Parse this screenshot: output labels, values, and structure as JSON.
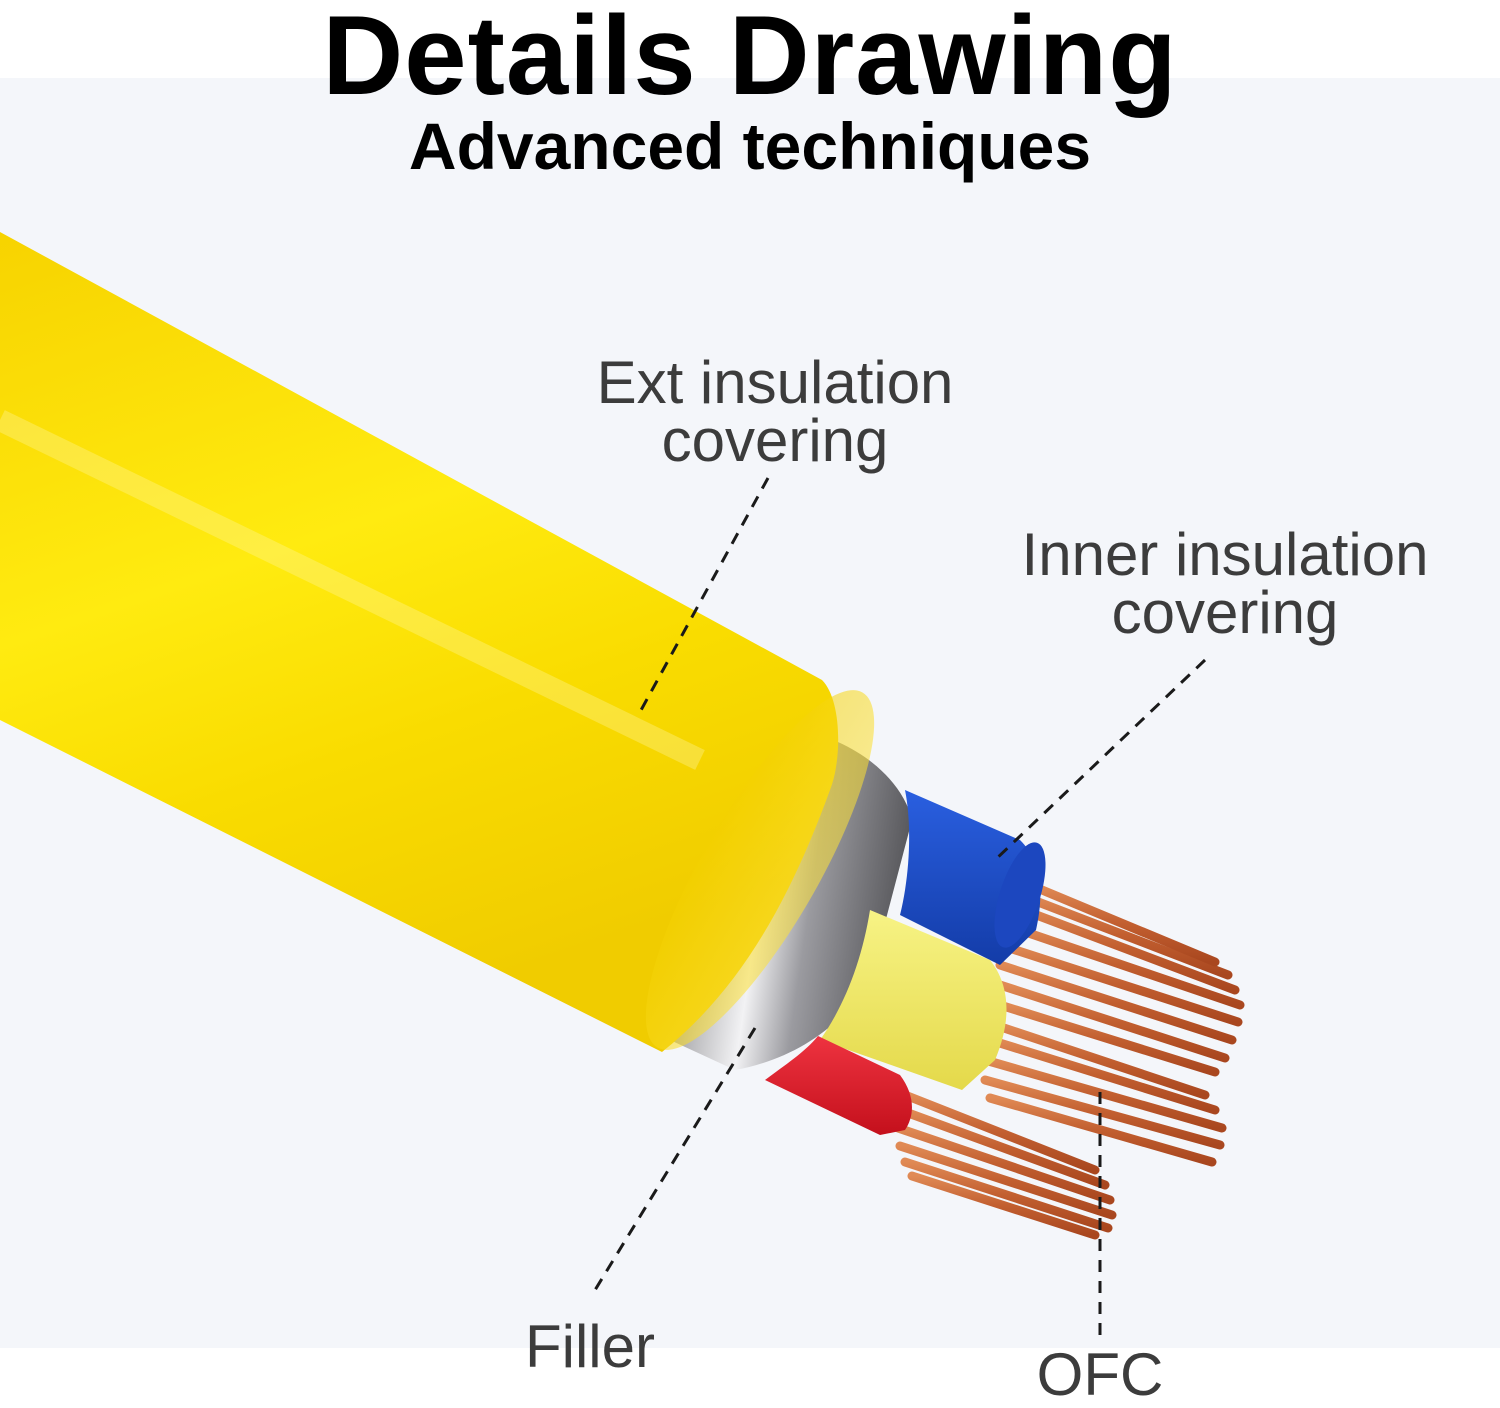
{
  "header": {
    "title": "Details Drawing",
    "subtitle": "Advanced techniques"
  },
  "labels": {
    "ext_insulation": {
      "line1": "Ext insulation",
      "line2": "covering"
    },
    "inner_insulation": {
      "line1": "Inner insulation",
      "line2": "covering"
    },
    "filler": "Filler",
    "ofc": "OFC"
  },
  "colors": {
    "jacket": "#f5d400",
    "filler": "#b4b4b8",
    "blue_core": "#1a4fd0",
    "yellow_core": "#f2ec6a",
    "red_core": "#e01e2a",
    "copper": "#c8683a",
    "background": "#f4f6fa"
  }
}
